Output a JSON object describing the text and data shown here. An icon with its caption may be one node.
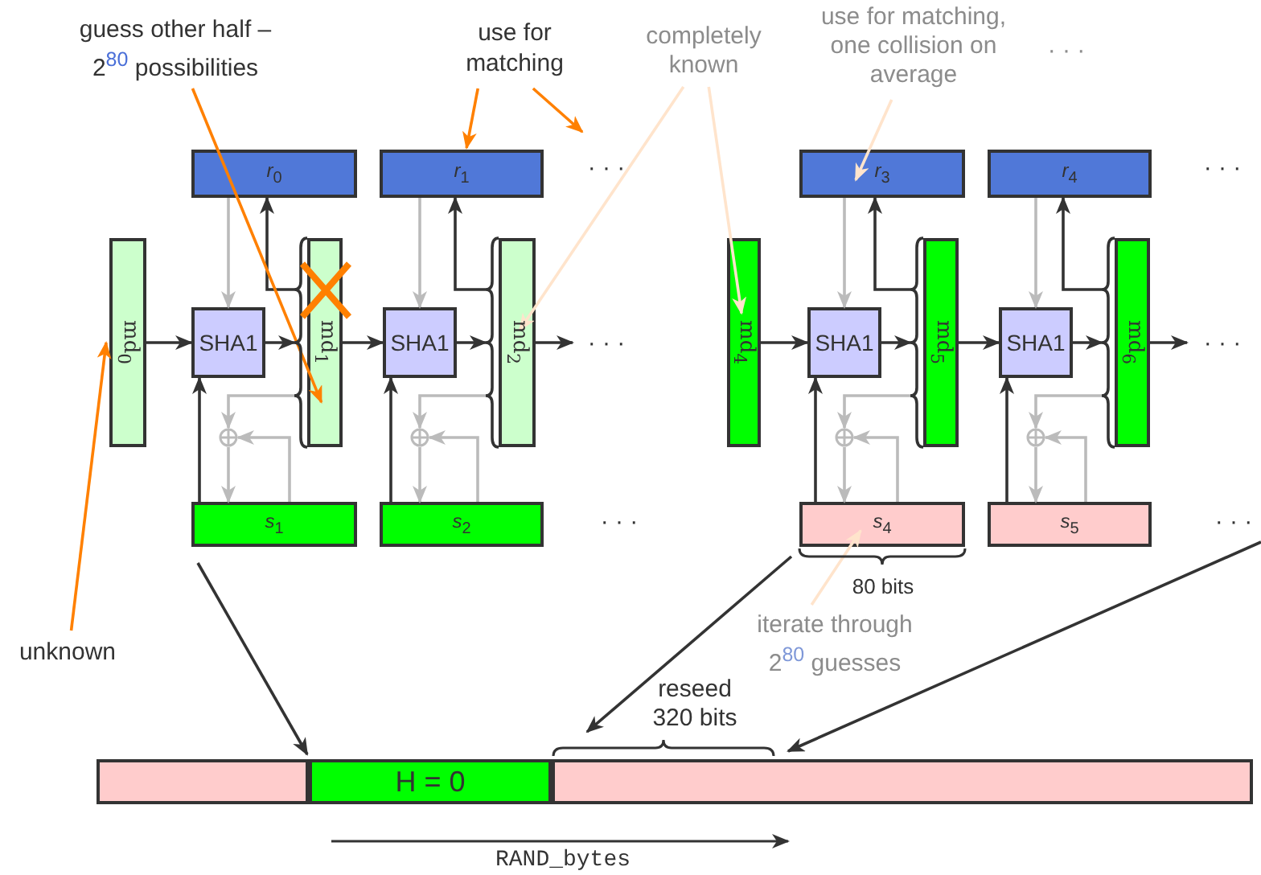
{
  "diagram": {
    "nodes": [
      {
        "text": [
          "guess other half – 2$^{80}$ possibilities"
        ]
      },
      {
        "text": [
          "use for matching"
        ]
      },
      {
        "text": [
          "completely known"
        ]
      },
      {
        "text": [
          "use for matching, one collision on average"
        ]
      },
      {
        "text": [
          "*r*$_{0}$"
        ]
      },
      {
        "text": [
          "*r*$_{1}$"
        ]
      },
      {
        "text": [
          "*r*$_{3}$"
        ]
      },
      {
        "text": [
          "*r*$_{4}$"
        ]
      },
      {
        "text": [
          "md$_{0}$"
        ]
      },
      {
        "text": [
          "SHA1"
        ]
      },
      {
        "text": [
          "md$_{1}$"
        ]
      },
      {
        "text": [
          "SHA1"
        ]
      },
      {
        "text": [
          "md$_{2}$"
        ]
      },
      {
        "text": [
          "md$_{4}$"
        ]
      },
      {
        "text": [
          "SHA1"
        ]
      },
      {
        "text": [
          "md$_{5}$"
        ]
      },
      {
        "text": [
          "SHA1"
        ]
      },
      {
        "text": [
          "md$_{6}$"
        ]
      },
      {
        "text": [],
        "shape": "circle"
      },
      {
        "text": [],
        "shape": "circle"
      },
      {
        "text": [],
        "shape": "circle"
      },
      {
        "text": [],
        "shape": "circle"
      },
      {
        "text": [
          "*s*$_{1}$"
        ]
      },
      {
        "text": [
          "*s*$_{2}$"
        ]
      },
      {
        "text": [
          "*s*$_{4}$"
        ]
      },
      {
        "text": [
          "*s*$_{5}$"
        ]
      },
      {
        "text": [
          "unknown"
        ]
      },
      {
        "text": [
          "iterate through 2$^{80}$ guesses"
        ]
      },
      {
        "text": [],
        "shape": "box"
      },
      {
        "text": [
          "H = 0"
        ]
      },
      {
        "text": [],
        "shape": "box"
      },
      {
        "text": [
          "· · ·"
        ]
      },
      {
        "text": [
          "· · ·"
        ]
      }
    ],
    "edges": [
      {
        "from": 8,
        "to": 9,
        "arrow": "to"
      },
      {
        "from": 4,
        "to": 9,
        "arrow": "to",
        "color": "#bbbbbb"
      },
      {
        "from": 22,
        "to": 9,
        "arrow": "to"
      },
      {
        "from": 9,
        "to": 10,
        "arrow": "to"
      },
      {
        "from": 10,
        "to": 4,
        "arrow": "to"
      },
      {
        "from": 10,
        "to": 18,
        "arrow": "to",
        "color": "#bbbbbb"
      },
      {
        "from": 18,
        "to": 22,
        "arrow": "to",
        "color": "#bbbbbb"
      },
      {
        "from": 22,
        "to": 18,
        "arrow": "to",
        "color": "#bbbbbb"
      },
      {
        "from": 10,
        "to": 11,
        "arrow": "to"
      },
      {
        "from": 5,
        "to": 11,
        "arrow": "to",
        "color": "#bbbbbb"
      },
      {
        "from": 23,
        "to": 11,
        "arrow": "to"
      },
      {
        "from": 11,
        "to": 12,
        "arrow": "to"
      },
      {
        "from": 12,
        "to": 5,
        "arrow": "to"
      },
      {
        "from": 12,
        "to": 19,
        "arrow": "to",
        "color": "#bbbbbb"
      },
      {
        "from": 19,
        "to": 23,
        "arrow": "to",
        "color": "#bbbbbb"
      },
      {
        "from": 23,
        "to": 19,
        "arrow": "to",
        "color": "#bbbbbb"
      },
      {
        "from": 12,
        "to": 31,
        "arrow": "to"
      },
      {
        "from": 13,
        "to": 14,
        "arrow": "to"
      },
      {
        "from": 6,
        "to": 14,
        "arrow": "to",
        "color": "#bbbbbb"
      },
      {
        "from": 24,
        "to": 14,
        "arrow": "to"
      },
      {
        "from": 14,
        "to": 15,
        "arrow": "to"
      },
      {
        "from": 15,
        "to": 6,
        "arrow": "to"
      },
      {
        "from": 15,
        "to": 20,
        "arrow": "to",
        "color": "#bbbbbb"
      },
      {
        "from": 20,
        "to": 24,
        "arrow": "to",
        "color": "#bbbbbb"
      },
      {
        "from": 24,
        "to": 20,
        "arrow": "to",
        "color": "#bbbbbb"
      },
      {
        "from": 15,
        "to": 16,
        "arrow": "to"
      },
      {
        "from": 7,
        "to": 16,
        "arrow": "to",
        "color": "#bbbbbb"
      },
      {
        "from": 25,
        "to": 16,
        "arrow": "to"
      },
      {
        "from": 16,
        "to": 17,
        "arrow": "to"
      },
      {
        "from": 17,
        "to": 7,
        "arrow": "to"
      },
      {
        "from": 17,
        "to": 21,
        "arrow": "to",
        "color": "#bbbbbb"
      },
      {
        "from": 21,
        "to": 25,
        "arrow": "to",
        "color": "#bbbbbb"
      },
      {
        "from": 25,
        "to": 21,
        "arrow": "to",
        "color": "#bbbbbb"
      },
      {
        "from": 17,
        "to": 32,
        "arrow": "to"
      },
      {
        "from": 22,
        "to": 29,
        "arrow": "to"
      },
      {
        "from": 24,
        "to": 30,
        "arrow": "to"
      },
      {
        "from": null,
        "to": 30,
        "arrow": "to"
      },
      {
        "from": 0,
        "to": 10,
        "arrow": "to",
        "color": "#ff8000"
      },
      {
        "from": 1,
        "to": 5,
        "arrow": "to",
        "color": "#ff8000"
      },
      {
        "from": 1,
        "to": null,
        "arrow": "to",
        "color": "#ff8000"
      },
      {
        "from": 26,
        "to": 8,
        "arrow": "to",
        "color": "#ff8000"
      },
      {
        "from": 2,
        "to": 12,
        "arrow": "to",
        "color": "#ffe4cc"
      },
      {
        "from": 2,
        "to": 13,
        "arrow": "to",
        "color": "#ffe4cc"
      },
      {
        "from": 3,
        "to": 6,
        "arrow": "to",
        "color": "#ffe4cc"
      },
      {
        "from": 27,
        "to": 24,
        "arrow": "to",
        "color": "#ffe4cc"
      }
    ],
    "labels": [
      "· · ·",
      "· · ·",
      "· · ·",
      "· · ·",
      "· · ·",
      "80 bits",
      "reseed 320 bits",
      "RAND_bytes"
    ]
  }
}
